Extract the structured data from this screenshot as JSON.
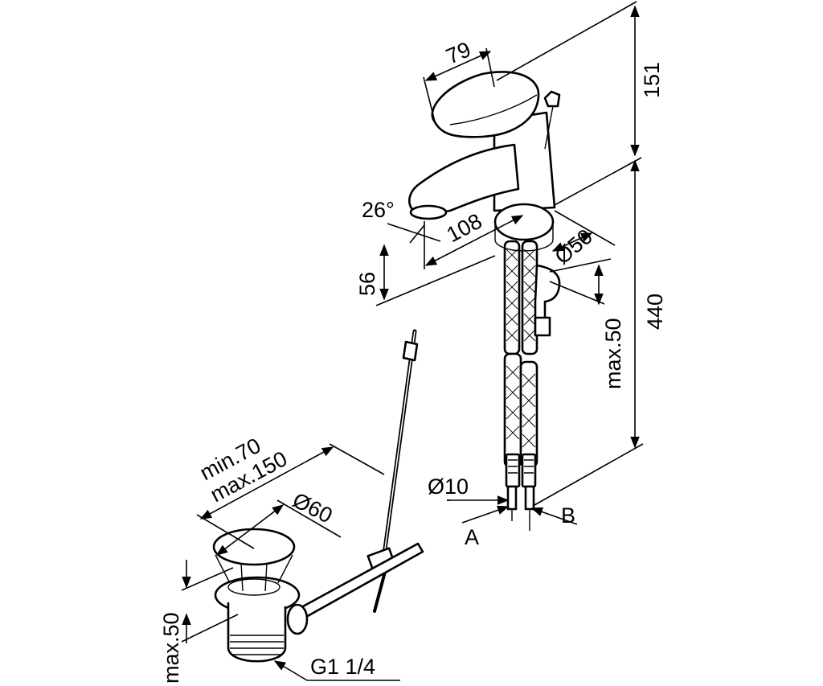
{
  "dimensions": {
    "handle_width": "79",
    "height_top": "151",
    "spout_angle": "26°",
    "spout_reach": "108",
    "spout_height": "56",
    "base_diameter": "Ø50",
    "deck_max": "max.50",
    "total_height": "440",
    "hose_diameter": "Ø10",
    "rod_min": "min.70",
    "rod_max": "max.150",
    "waste_diameter": "Ø60",
    "waste_max": "max.50",
    "thread": "G1 1/4"
  },
  "labels": {
    "connector_a": "A",
    "connector_b": "B"
  }
}
